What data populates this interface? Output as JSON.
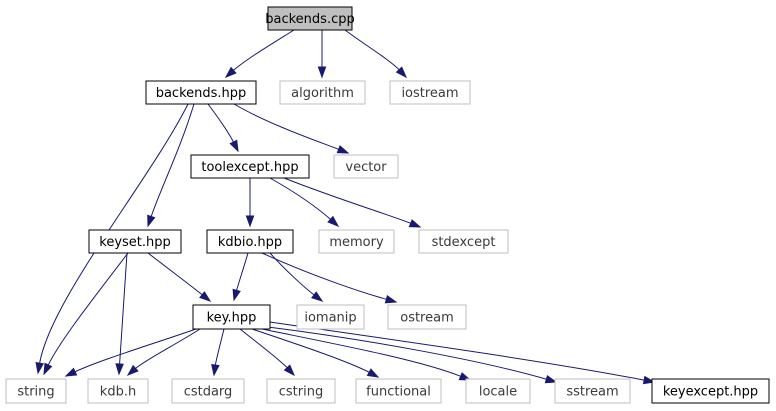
{
  "diagram": {
    "nodes": [
      {
        "id": "backends_cpp",
        "label": "backends.cpp",
        "kind": "root"
      },
      {
        "id": "backends_hpp",
        "label": "backends.hpp",
        "kind": "internal"
      },
      {
        "id": "algorithm",
        "label": "algorithm",
        "kind": "external"
      },
      {
        "id": "iostream",
        "label": "iostream",
        "kind": "external"
      },
      {
        "id": "toolexcept_hpp",
        "label": "toolexcept.hpp",
        "kind": "internal"
      },
      {
        "id": "vector",
        "label": "vector",
        "kind": "external"
      },
      {
        "id": "keyset_hpp",
        "label": "keyset.hpp",
        "kind": "internal"
      },
      {
        "id": "kdbio_hpp",
        "label": "kdbio.hpp",
        "kind": "internal"
      },
      {
        "id": "memory",
        "label": "memory",
        "kind": "external"
      },
      {
        "id": "stdexcept",
        "label": "stdexcept",
        "kind": "external"
      },
      {
        "id": "key_hpp",
        "label": "key.hpp",
        "kind": "internal"
      },
      {
        "id": "iomanip",
        "label": "iomanip",
        "kind": "external"
      },
      {
        "id": "ostream",
        "label": "ostream",
        "kind": "external"
      },
      {
        "id": "string",
        "label": "string",
        "kind": "external"
      },
      {
        "id": "kdb_h",
        "label": "kdb.h",
        "kind": "external"
      },
      {
        "id": "cstdarg",
        "label": "cstdarg",
        "kind": "external"
      },
      {
        "id": "cstring",
        "label": "cstring",
        "kind": "external"
      },
      {
        "id": "functional",
        "label": "functional",
        "kind": "external"
      },
      {
        "id": "locale",
        "label": "locale",
        "kind": "external"
      },
      {
        "id": "sstream",
        "label": "sstream",
        "kind": "external"
      },
      {
        "id": "keyexcept_hpp",
        "label": "keyexcept.hpp",
        "kind": "internal"
      }
    ],
    "edges": [
      [
        "backends_cpp",
        "backends_hpp"
      ],
      [
        "backends_cpp",
        "algorithm"
      ],
      [
        "backends_cpp",
        "iostream"
      ],
      [
        "backends_hpp",
        "string"
      ],
      [
        "backends_hpp",
        "keyset_hpp"
      ],
      [
        "backends_hpp",
        "toolexcept_hpp"
      ],
      [
        "backends_hpp",
        "vector"
      ],
      [
        "toolexcept_hpp",
        "kdbio_hpp"
      ],
      [
        "toolexcept_hpp",
        "memory"
      ],
      [
        "toolexcept_hpp",
        "stdexcept"
      ],
      [
        "keyset_hpp",
        "string"
      ],
      [
        "keyset_hpp",
        "kdb_h"
      ],
      [
        "keyset_hpp",
        "key_hpp"
      ],
      [
        "kdbio_hpp",
        "key_hpp"
      ],
      [
        "kdbio_hpp",
        "iomanip"
      ],
      [
        "kdbio_hpp",
        "ostream"
      ],
      [
        "key_hpp",
        "string"
      ],
      [
        "key_hpp",
        "kdb_h"
      ],
      [
        "key_hpp",
        "cstdarg"
      ],
      [
        "key_hpp",
        "cstring"
      ],
      [
        "key_hpp",
        "functional"
      ],
      [
        "key_hpp",
        "locale"
      ],
      [
        "key_hpp",
        "sstream"
      ],
      [
        "key_hpp",
        "keyexcept_hpp"
      ]
    ],
    "colors": {
      "edge": "#191970",
      "root_fill": "#bfbfbf",
      "internal_border": "#000000",
      "external_border": "#bfbfbf"
    }
  }
}
